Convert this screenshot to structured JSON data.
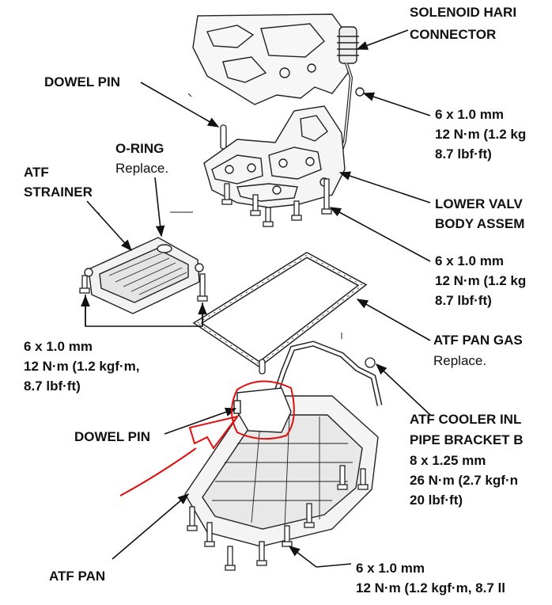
{
  "labels": {
    "solenoid_line1": "SOLENOID HARI",
    "solenoid_line2": "CONNECTOR",
    "dowel_pin_top": "DOWEL PIN",
    "spec_top_line1": "6 x 1.0 mm",
    "spec_top_line2": "12 N·m (1.2 kg",
    "spec_top_line3": "8.7 lbf·ft)",
    "oring": "O-RING",
    "oring_note": "Replace.",
    "atf_strainer_line1": "ATF",
    "atf_strainer_line2": "STRAINER",
    "lower_valve_line1": "LOWER VALV",
    "lower_valve_line2": "BODY ASSEM",
    "spec_mid_line1": "6 x 1.0 mm",
    "spec_mid_line2": "12 N·m (1.2 kg",
    "spec_mid_line3": "8.7 lbf·ft)",
    "spec_left_line1": "6 x 1.0 mm",
    "spec_left_line2": "12 N·m (1.2 kgf·m,",
    "spec_left_line3": "8.7 lbf·ft)",
    "atf_pan_gasket": "ATF PAN GAS",
    "gasket_note": "Replace.",
    "cooler_line1": "ATF COOLER INL",
    "cooler_line2": "PIPE BRACKET B",
    "cooler_line3": "8 x 1.25 mm",
    "cooler_line4": "26 N·m (2.7 kgf·n",
    "cooler_line5": "20 lbf·ft)",
    "dowel_pin_bottom": "DOWEL PIN",
    "atf_pan": "ATF PAN",
    "spec_bottom_line1": "6 x 1.0 mm",
    "spec_bottom_line2": "12 N·m (1.2 kgf·m, 8.7 ll"
  },
  "annotation_color": "#e01010",
  "line_color": "#111111"
}
